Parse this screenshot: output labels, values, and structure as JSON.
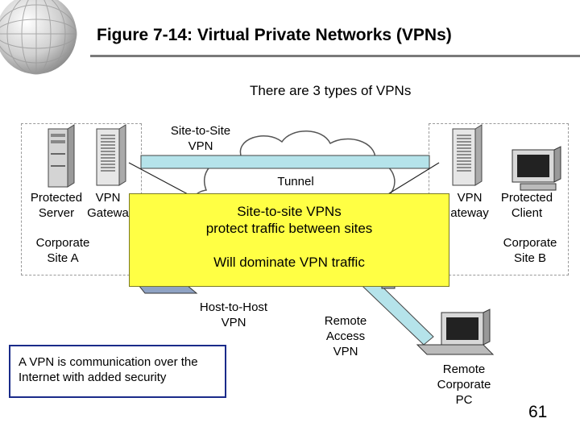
{
  "slide": {
    "title": "Figure 7-14: Virtual Private Networks (VPNs)",
    "subtitle": "There are 3 types of VPNs",
    "page_number": "61"
  },
  "diagram": {
    "site_to_site_label_1": "Site-to-Site",
    "site_to_site_label_2": "VPN",
    "tunnel_label": "Tunnel",
    "site_a": {
      "server_label_1": "Protected",
      "server_label_2": "Server",
      "gateway_label_1": "VPN",
      "gateway_label_2": "Gatewa",
      "site_label_1": "Corporate",
      "site_label_2": "Site A"
    },
    "site_b": {
      "gateway_label_1": "VPN",
      "gateway_label_2": "ateway",
      "client_label_1": "Protected",
      "client_label_2": "Client",
      "site_label_1": "Corporate",
      "site_label_2": "Site B"
    },
    "host_to_host_label_1": "Host-to-Host",
    "host_to_host_label_2": "VPN",
    "remote_access_label_1": "Remote",
    "remote_access_label_2": "Access",
    "remote_access_label_3": "VPN",
    "remote_pc_label_1": "Remote",
    "remote_pc_label_2": "Corporate",
    "remote_pc_label_3": "PC"
  },
  "callout": {
    "line1": "Site-to-site VPNs",
    "line2": "protect traffic between sites",
    "line3": "Will dominate VPN traffic"
  },
  "note": {
    "text": "A VPN is communication over the Internet with added security"
  },
  "colors": {
    "tunnel": "#b5e3ea",
    "callout": "#ffff44",
    "note_border": "#1a2b8a",
    "server": "#c9c9c9"
  }
}
